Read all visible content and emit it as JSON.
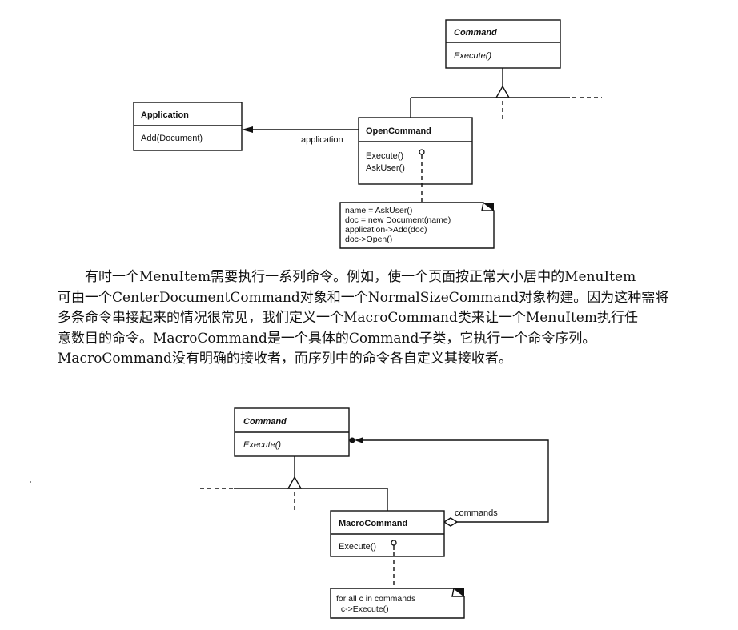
{
  "diagram_top": {
    "classes": [
      {
        "name": "Command",
        "abstract": true,
        "operations": [
          {
            "label": "Execute()",
            "abstract": true
          }
        ]
      },
      {
        "name": "Application",
        "abstract": false,
        "operations": [
          {
            "label": "Add(Document)",
            "abstract": false
          }
        ]
      },
      {
        "name": "OpenCommand",
        "abstract": false,
        "operations": [
          {
            "label": "Execute()",
            "abstract": false
          },
          {
            "label": "AskUser()",
            "abstract": false
          }
        ]
      }
    ],
    "associations": [
      {
        "from": "OpenCommand",
        "to": "Application",
        "label": "application"
      }
    ],
    "inheritance": [
      {
        "child": "OpenCommand",
        "parent": "Command"
      }
    ],
    "note": {
      "attached_to": "OpenCommand.Execute()",
      "lines": [
        "name = AskUser()",
        "doc = new Document(name)",
        "application->Add(doc)",
        "doc->Open()"
      ]
    }
  },
  "paragraph": {
    "lines": [
      "有时一个MenuItem需要执行一系列命令。例如，使一个页面按正常大小居中的MenuItem",
      "可由一个CenterDocumentCommand对象和一个NormalSizeCommand对象构建。因为这种需将",
      "多条命令串接起来的情况很常见，我们定义一个MacroCommand类来让一个MenuItem执行任",
      "意数目的命令。MacroCommand是一个具体的Command子类，它执行一个命令序列。",
      "MacroCommand没有明确的接收者，而序列中的命令各自定义其接收者。"
    ]
  },
  "diagram_bottom": {
    "classes": [
      {
        "name": "Command",
        "abstract": true,
        "operations": [
          {
            "label": "Execute()",
            "abstract": true
          }
        ]
      },
      {
        "name": "MacroCommand",
        "abstract": false,
        "operations": [
          {
            "label": "Execute()",
            "abstract": false
          }
        ]
      }
    ],
    "aggregations": [
      {
        "from": "MacroCommand",
        "to": "Command",
        "label": "commands",
        "multiplicity": "many"
      }
    ],
    "inheritance": [
      {
        "child": "MacroCommand",
        "parent": "Command"
      }
    ],
    "note": {
      "attached_to": "MacroCommand.Execute()",
      "lines": [
        "for all c in commands",
        "  c->Execute()"
      ]
    }
  }
}
